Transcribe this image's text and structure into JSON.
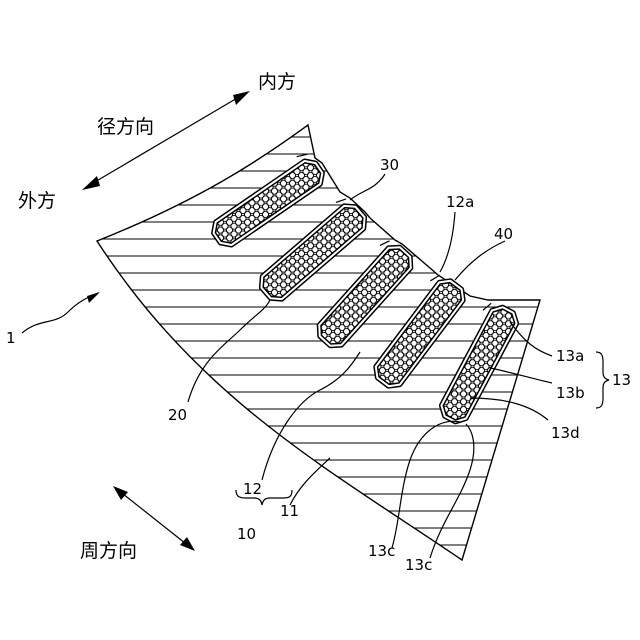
{
  "directions": {
    "radial": "径方向",
    "inner": "内方",
    "outer": "外方",
    "circumferential": "周方向"
  },
  "labels": {
    "l1": "1",
    "l10": "10",
    "l11": "11",
    "l12": "12",
    "l12a": "12a",
    "l13": "13",
    "l13a": "13a",
    "l13b": "13b",
    "l13c_1": "13c",
    "l13c_2": "13c",
    "l13d": "13d",
    "l20": "20",
    "l30": "30",
    "l40": "40"
  },
  "coils": [
    {
      "id": "slot-coil-1"
    },
    {
      "id": "slot-coil-2"
    },
    {
      "id": "slot-coil-3"
    },
    {
      "id": "slot-coil-4"
    },
    {
      "id": "slot-coil-5"
    }
  ]
}
